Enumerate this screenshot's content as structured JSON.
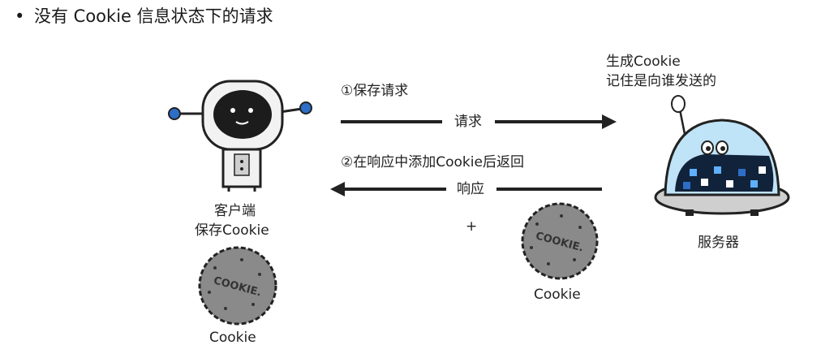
{
  "heading": {
    "bullet": "•",
    "text": "没有 Cookie 信息状态下的请求"
  },
  "client": {
    "label_line1": "客户端",
    "label_line2": "保存Cookie",
    "cookie_caption": "Cookie"
  },
  "server": {
    "note_line1": "生成Cookie",
    "note_line2": "记住是向谁发送的",
    "label": "服务器"
  },
  "step1": {
    "title": "①保存请求",
    "arrow_label": "请求"
  },
  "step2": {
    "title": "②在响应中添加Cookie后返回",
    "arrow_label": "响应",
    "plus": "+",
    "cookie_caption": "Cookie"
  },
  "cookie_stamp": "COOKIE.",
  "colors": {
    "arrow": "#222222",
    "cookie_fill": "#8a8a8a",
    "robot_body": "#f2f2f2",
    "robot_face": "#1c1c1c",
    "server_dome": "#bfe3f7",
    "server_screen": "#11233a",
    "accent_blue": "#2d6ec7"
  }
}
